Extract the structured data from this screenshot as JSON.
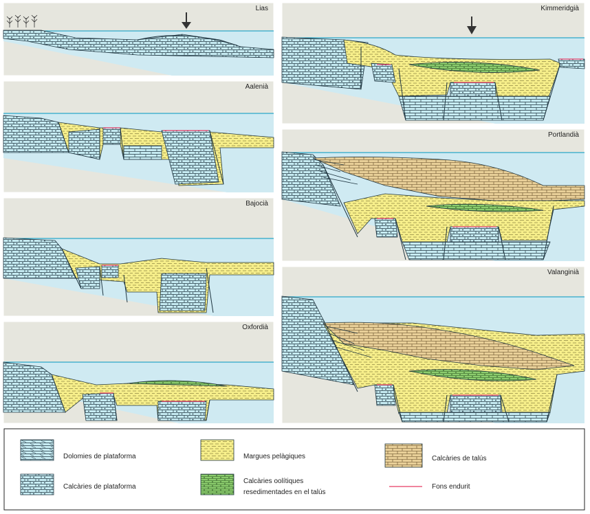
{
  "stages": [
    {
      "id": "lias",
      "label": "Lias"
    },
    {
      "id": "aalenia",
      "label": "Aalenià"
    },
    {
      "id": "bajocia",
      "label": "Bajocià"
    },
    {
      "id": "oxfordia",
      "label": "Oxfordià"
    },
    {
      "id": "kimmeridgia",
      "label": "Kimmeridgià"
    },
    {
      "id": "portlandia",
      "label": "Portlandià"
    },
    {
      "id": "valanginia",
      "label": "Valanginià"
    }
  ],
  "legend": {
    "dolomies": "Dolomies de plataforma",
    "calcaries_plataforma": "Calcàries de plataforma",
    "margues": "Margues pelàgiques",
    "oolitiques_1": "Calcàries oolítiques",
    "oolitiques_2": "resedimentades en el talús",
    "calcaries_talus": "Calcàries de talús",
    "fons_endurit": "Fons endurit"
  },
  "colors": {
    "water": "#cfeaf2",
    "sea_surface": "#2aa7c8",
    "seabed": "#e6e6de",
    "carbonate": "#c7ecf3",
    "marl": "#f6ee8a",
    "oolite": "#8ccd6e",
    "slope_limestone": "#e8cf98",
    "hardground": "#e63a64",
    "ink": "#222222"
  }
}
